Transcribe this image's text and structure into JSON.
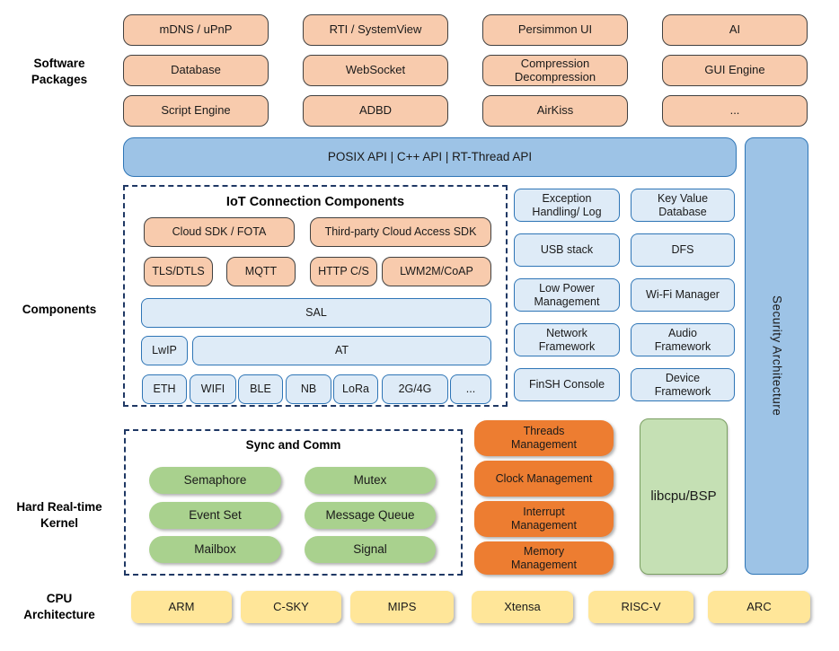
{
  "left_labels": {
    "software_packages": "Software\nPackages",
    "components": "Components",
    "kernel": "Hard Real-time\nKernel",
    "cpu": "CPU\nArchitecture"
  },
  "packages": {
    "items": [
      "mDNS / uPnP",
      "RTI / SystemView",
      "Persimmon UI",
      "AI",
      "Database",
      "WebSocket",
      "Compression\nDecompression",
      "GUI Engine",
      "Script Engine",
      "ADBD",
      "AirKiss",
      "..."
    ]
  },
  "api_bar": {
    "label": "POSIX API  |  C++ API  |  RT-Thread API"
  },
  "security_bar": {
    "label": "Security Architecture"
  },
  "iot": {
    "title": "IoT Connection Components",
    "cloud_sdk": "Cloud SDK / FOTA",
    "third_party": "Third-party Cloud Access SDK",
    "tls": "TLS/DTLS",
    "mqtt": "MQTT",
    "http": "HTTP C/S",
    "lwm2m": "LWM2M/CoAP",
    "sal": "SAL",
    "lwip": "LwIP",
    "at": "AT",
    "links": [
      "ETH",
      "WIFI",
      "BLE",
      "NB",
      "LoRa",
      "2G/4G",
      "..."
    ]
  },
  "services": {
    "items": [
      "Exception\nHandling/ Log",
      "Key Value\nDatabase",
      "USB stack",
      "DFS",
      "Low Power\nManagement",
      "Wi-Fi Manager",
      "Network\nFramework",
      "Audio\nFramework",
      "FinSH Console",
      "Device\nFramework"
    ]
  },
  "kernel": {
    "sync_title": "Sync and Comm",
    "sync_items": [
      "Semaphore",
      "Mutex",
      "Event Set",
      "Message Queue",
      "Mailbox",
      "Signal"
    ],
    "mgmt_items": [
      "Threads\nManagement",
      "Clock Management",
      "Interrupt\nManagement",
      "Memory\nManagement"
    ],
    "libcpu": "libcpu/BSP"
  },
  "cpu_row": {
    "items": [
      "ARM",
      "C-SKY",
      "MIPS",
      "Xtensa",
      "RISC-V",
      "ARC"
    ]
  },
  "colors": {
    "peach": "#F8CBAD",
    "mid_blue": "#9DC3E6",
    "light_blue": "#DEEBF7",
    "blue_border": "#2E75B6",
    "orange": "#ED7D31",
    "green": "#A9D18E",
    "light_green": "#C5E0B4",
    "yellow": "#FFE699",
    "dash_border": "#1F3864"
  }
}
